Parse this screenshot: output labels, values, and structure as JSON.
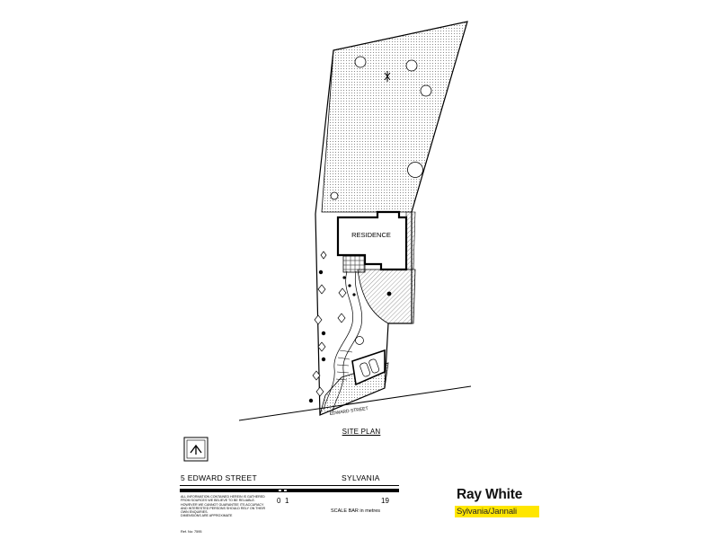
{
  "plan": {
    "title": "SITE PLAN",
    "building_label": "RESIDENCE",
    "street_label": "EDWARD STREET",
    "north_symbol": "north-arrow-icon"
  },
  "titleblock": {
    "address": "5 EDWARD STREET",
    "suburb": "SYLVANIA",
    "disclaimer": "ALL INFORMATION CONTAINED HEREIN IS GATHERED\nFROM SOURCES WE BELIEVE TO BE RELIABLE.\nHOWEVER WE CANNOT GUARANTEE ITS ACCURACY\nAND INTERESTED PERSONS SHOULD RELY ON THEIR\nOWN ENQUIRIES.\nDIMENSIONS ARE APPROXIMATE",
    "ref": "Ref. No: 7595",
    "scale": {
      "start_label": "0",
      "first_label": "1",
      "end_label": "19",
      "caption": "SCALE BAR in metres"
    }
  },
  "brand": {
    "name": "Ray White",
    "office": "Sylvania/Jannali",
    "badge_color": "#ffe600"
  },
  "colors": {
    "line": "#000000",
    "hatch": "#666666"
  }
}
